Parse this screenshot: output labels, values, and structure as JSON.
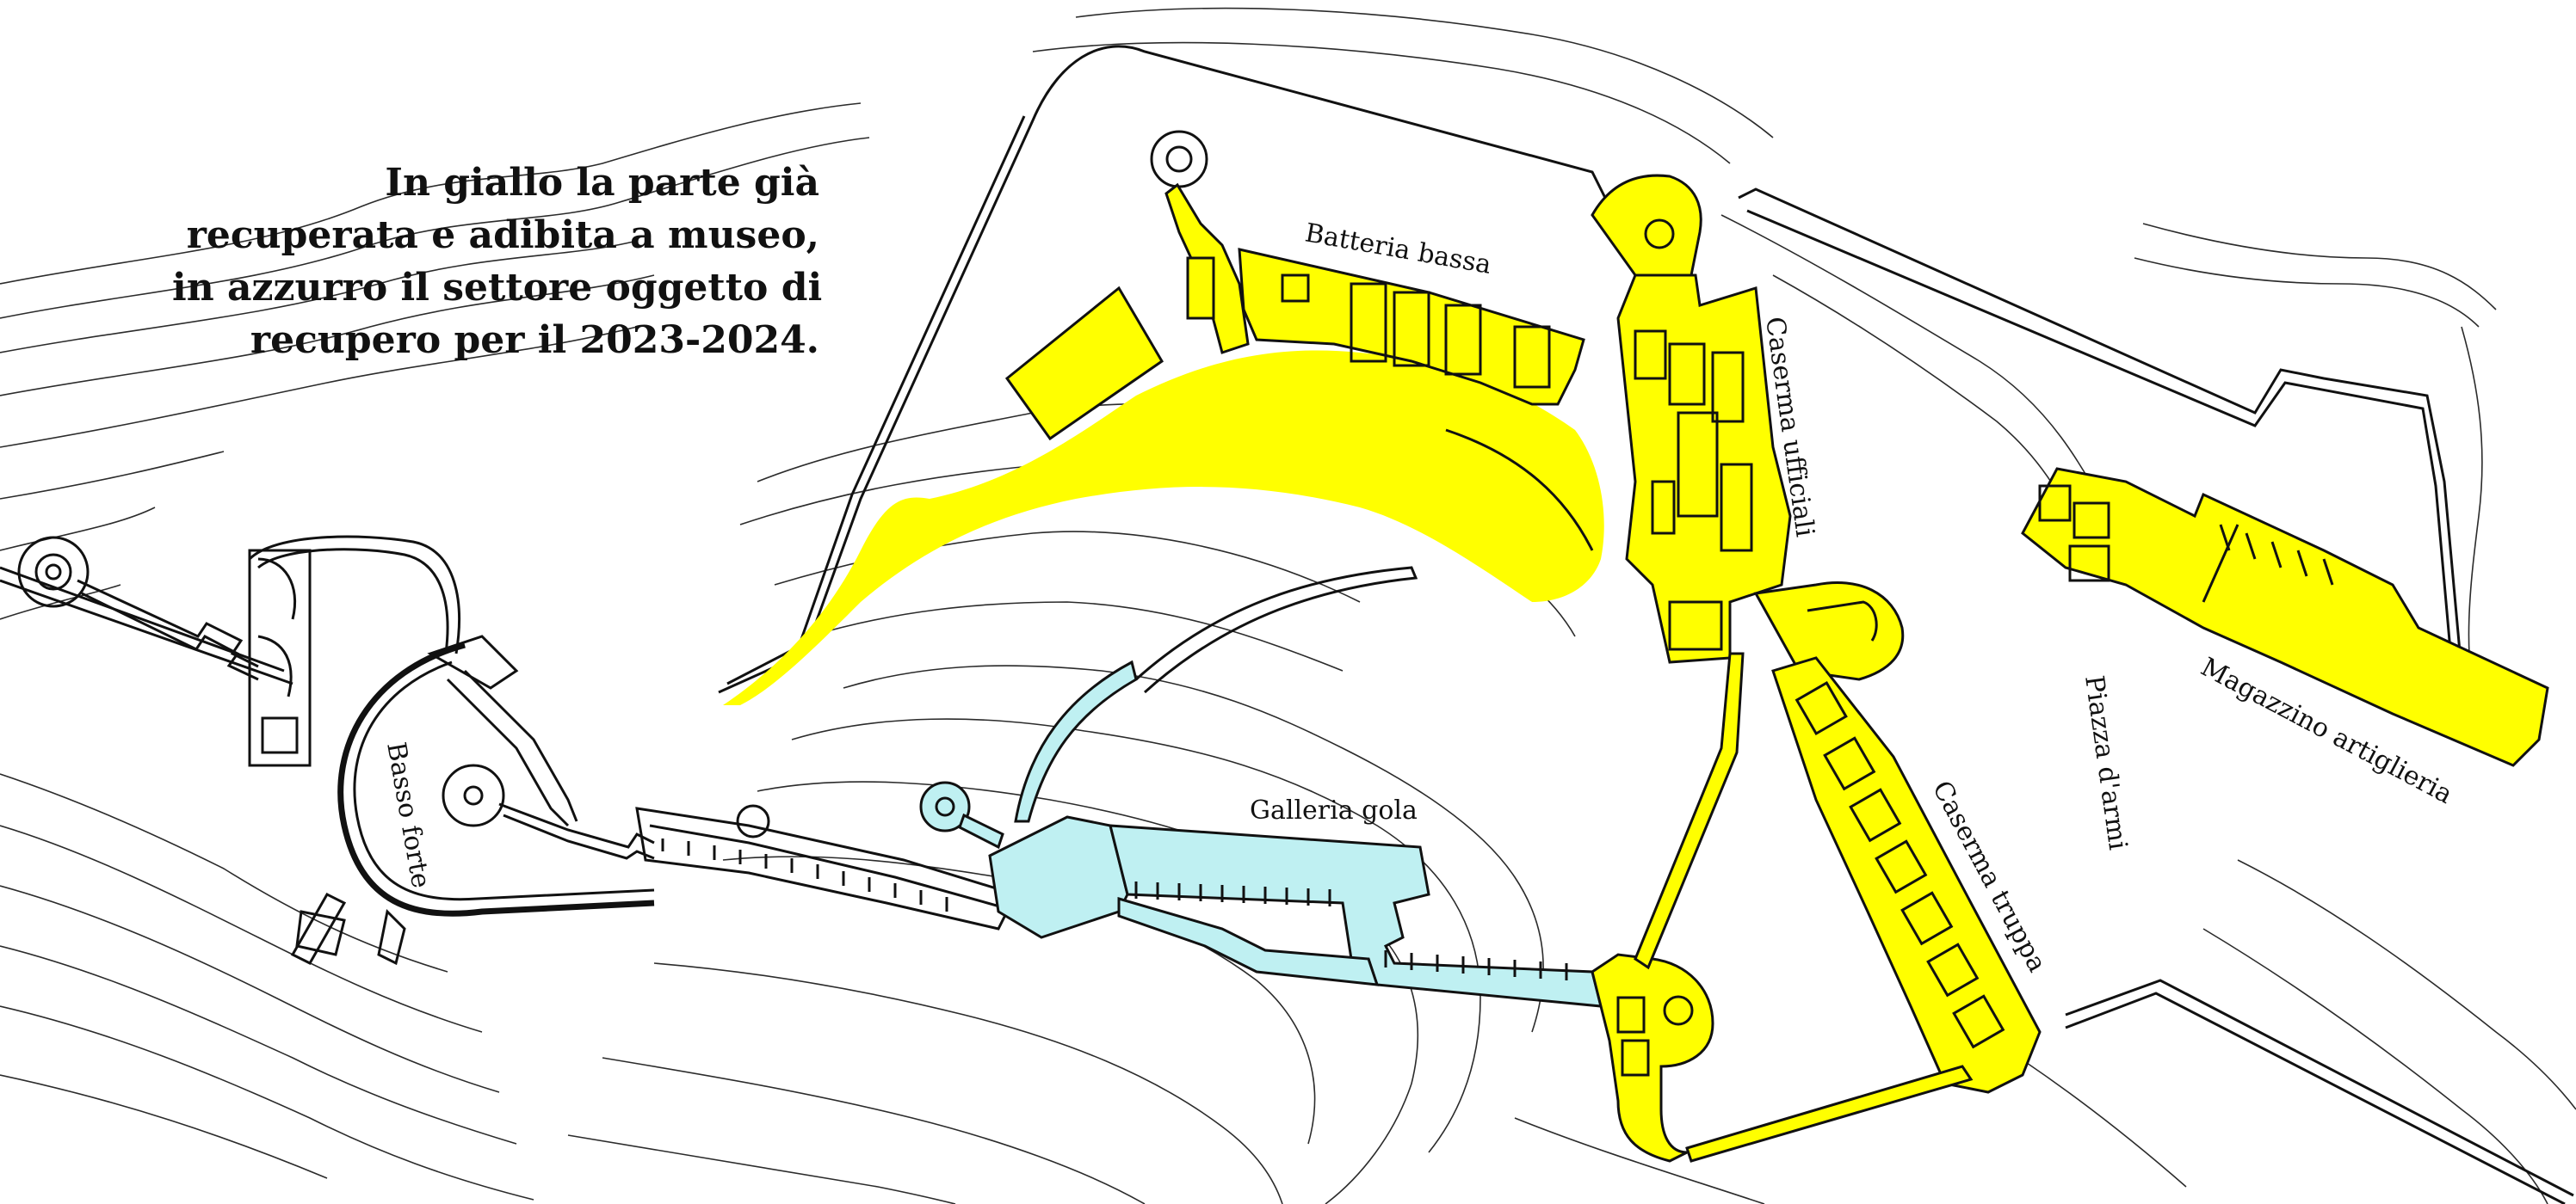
{
  "caption": {
    "line1": "In giallo la parte già",
    "line2": "recuperata e adibita a museo,",
    "line3": "in azzurro il settore oggetto di",
    "line4": "recupero per il 2023-2024."
  },
  "labels": {
    "batteria_bassa": "Batteria bassa",
    "caserma_ufficiali": "Caserma ufficiali",
    "caserma_truppa": "Caserma truppa",
    "piazza_armi": "Piazza d'armi",
    "magazzino_artiglieria": "Magazzino artiglieria",
    "basso_forte": "Basso forte",
    "galleria_gola": "Galleria gola"
  },
  "colors": {
    "recovered_museum": "#ffff00",
    "recovery_sector_2023_2024": "#bff0f2"
  }
}
